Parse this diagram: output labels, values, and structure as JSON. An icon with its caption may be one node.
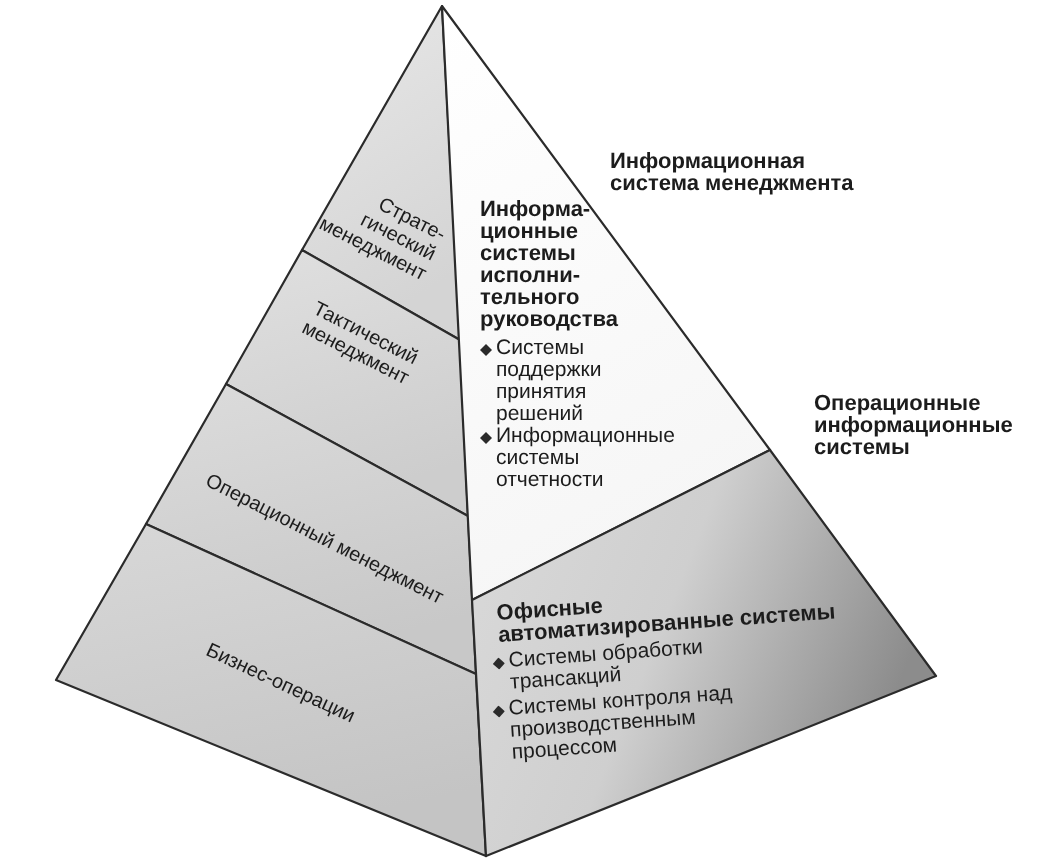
{
  "diagram": {
    "nodes": [
      {
        "text": [
          "Страте- гический менеджмент"
        ]
      },
      {
        "text": [
          "Тактический менеджмент"
        ]
      },
      {
        "text": [
          "Операционный менеджмент"
        ]
      },
      {
        "text": [
          "Бизнес-операции"
        ]
      },
      {
        "text": [
          "Информа- ционные системы исполни- тельного руководства",
          "Системы поддержки принятия решений",
          "Информационные системы отчетности"
        ]
      },
      {
        "text": [
          "Офисные автоматизированные системы",
          "Системы обработки трансакций",
          "Системы контроля над производственным процессом"
        ]
      }
    ],
    "labels": [
      "Информационная система менеджмента",
      "Операционные информационные системы"
    ]
  }
}
